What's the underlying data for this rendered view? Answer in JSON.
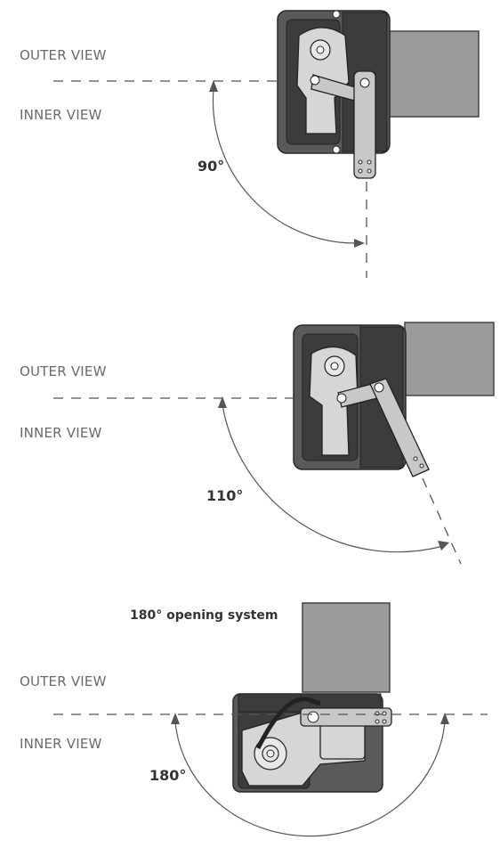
{
  "labels": {
    "outer_view": "OUTER VIEW",
    "inner_view": "INNER VIEW"
  },
  "panels": [
    {
      "angle": "90°"
    },
    {
      "angle": "110°"
    },
    {
      "angle": "180°",
      "caption": "180° opening system"
    }
  ],
  "colors": {
    "gate": "#9b9b9b",
    "housing": "#5a5a5a",
    "motor": "#d6d6d6",
    "line": "#555555"
  }
}
